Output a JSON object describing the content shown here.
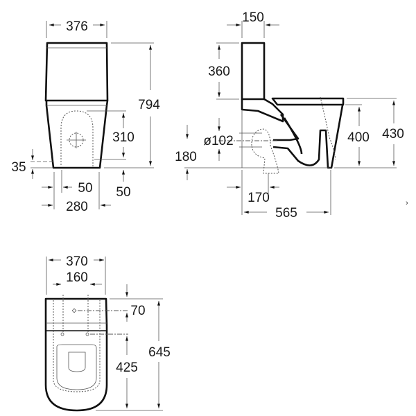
{
  "front_view": {
    "width_top": "376",
    "height_total": "794",
    "inlet_height": "310",
    "floor_offset": "35",
    "inlet_offset": "50",
    "right_offset": "50",
    "base_width": "280"
  },
  "side_view": {
    "tank_depth": "150",
    "tank_height": "360",
    "outlet_diameter": "ø102",
    "outlet_height": "180",
    "bowl_height": "400",
    "seat_height": "430",
    "outlet_distance": "170",
    "total_depth": "565",
    "marker": "›"
  },
  "top_view": {
    "width": "370",
    "fixing_spacing": "160",
    "fixing_offset": "70",
    "total_length": "645",
    "bowl_length": "425"
  }
}
